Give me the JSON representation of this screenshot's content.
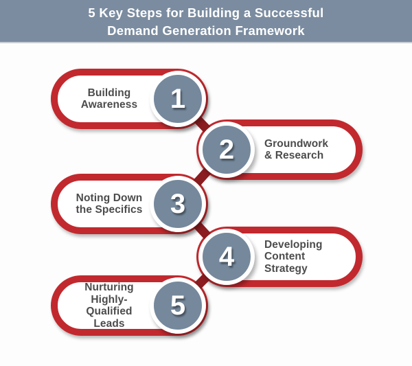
{
  "header": {
    "title_line1": "5 Key Steps for Building a Successful",
    "title_line2": "Demand Generation Framework"
  },
  "steps": [
    {
      "number": "1",
      "label": "Building\nAwareness"
    },
    {
      "number": "2",
      "label": "Groundwork\n& Research"
    },
    {
      "number": "3",
      "label": "Noting Down\nthe Specifics"
    },
    {
      "number": "4",
      "label": "Developing\nContent Strategy"
    },
    {
      "number": "5",
      "label": "Nurturing\nHighly-Qualified\nLeads"
    }
  ],
  "colors": {
    "header_bg": "#7b8ca0",
    "title_text": "#ffffff",
    "pill_border_red": "#c1292e",
    "connector_dark_red": "#8b1c20",
    "circle_fill_blue_gray": "#75889c",
    "circle_ring": "#ffffff",
    "step_text": "#4c4c4c",
    "background": "#fdfdfd"
  }
}
